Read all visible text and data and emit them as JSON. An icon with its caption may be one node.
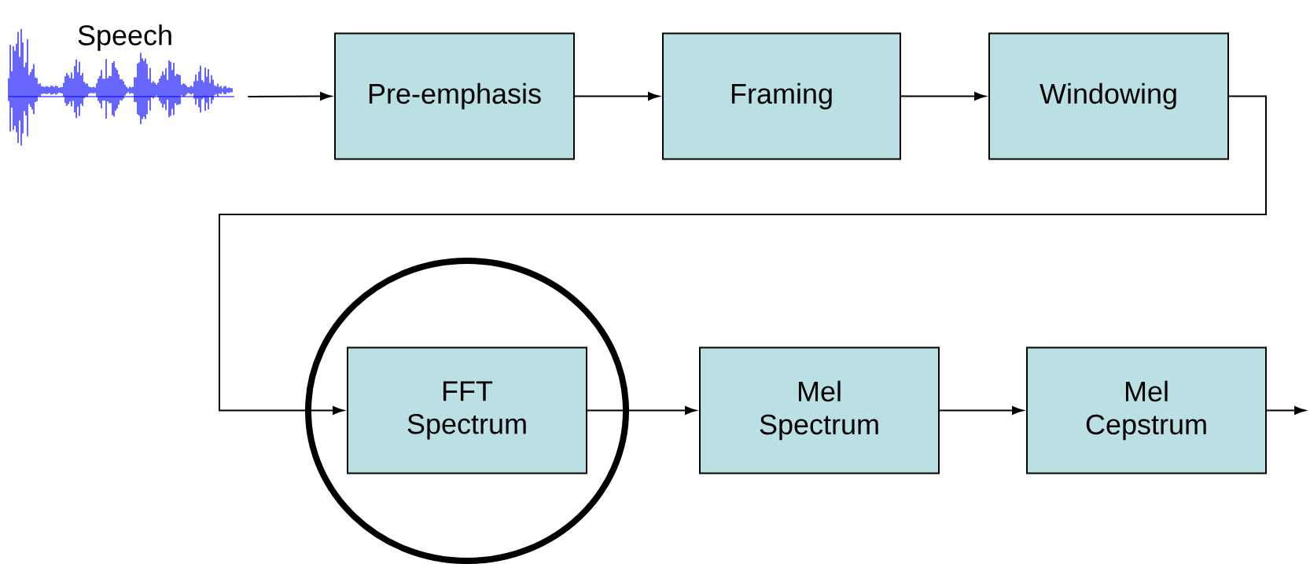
{
  "diagram": {
    "nodes": [
      {
        "text": [
          "Speech"
        ]
      },
      {
        "text": [
          "Pre-emphasis"
        ]
      },
      {
        "text": [
          "Framing"
        ]
      },
      {
        "text": [
          "Windowing"
        ]
      },
      {
        "text": [],
        "shape": "circle"
      },
      {
        "text": [
          "FFT Spectrum"
        ],
        "in": 4
      },
      {
        "text": [
          "Mel Spectrum"
        ]
      },
      {
        "text": [
          "Mel Cepstrum"
        ]
      }
    ],
    "edges": [
      {
        "from": 0,
        "to": 1,
        "arrow": "to"
      },
      {
        "from": 1,
        "to": 2,
        "arrow": "to"
      },
      {
        "from": 2,
        "to": 3,
        "arrow": "to"
      },
      {
        "from": 3,
        "to": 5,
        "arrow": "to"
      },
      {
        "from": 5,
        "to": 6,
        "arrow": "to"
      },
      {
        "from": 6,
        "to": 7,
        "arrow": "to"
      },
      {
        "from": 7,
        "to": null,
        "arrow": "to"
      }
    ]
  }
}
